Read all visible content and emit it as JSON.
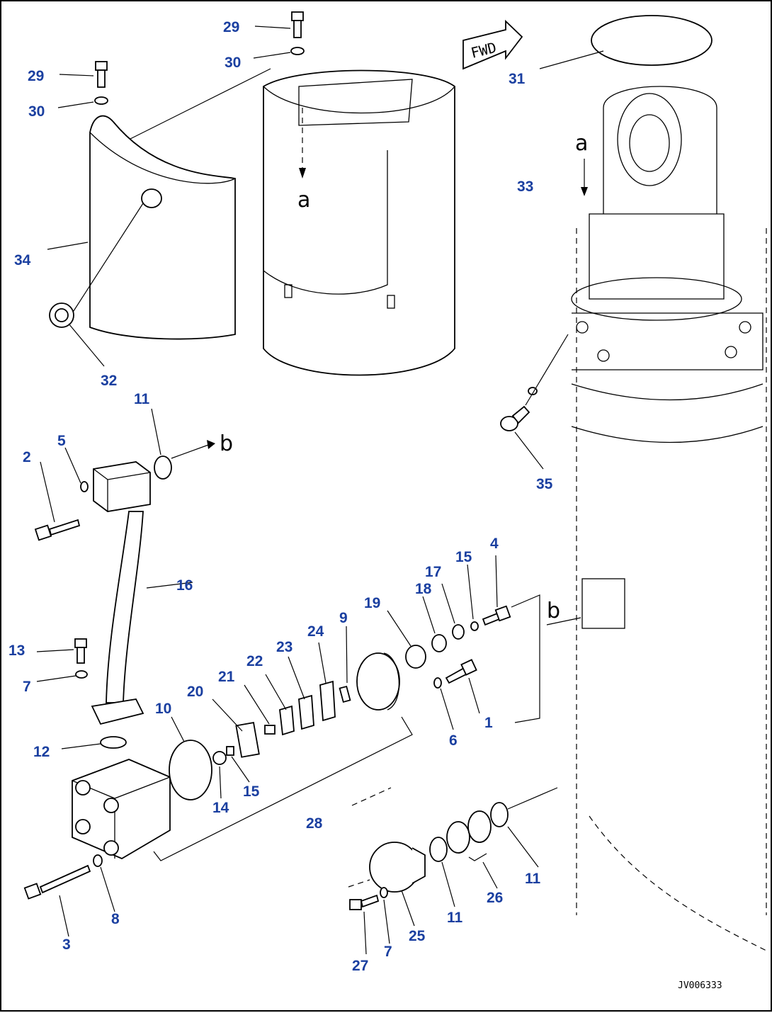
{
  "diagram": {
    "drawing_code": "JV006333",
    "direction_label": "FWD",
    "view_letters": [
      "a",
      "a",
      "b",
      "b"
    ],
    "callouts": [
      "29",
      "30",
      "29",
      "30",
      "31",
      "33",
      "34",
      "32",
      "11",
      "2",
      "5",
      "16",
      "35",
      "13",
      "7",
      "12",
      "10",
      "20",
      "21",
      "22",
      "23",
      "24",
      "9",
      "19",
      "18",
      "17",
      "15",
      "4",
      "1",
      "6",
      "14",
      "15",
      "28",
      "3",
      "8",
      "27",
      "7",
      "25",
      "11",
      "26",
      "11"
    ]
  }
}
